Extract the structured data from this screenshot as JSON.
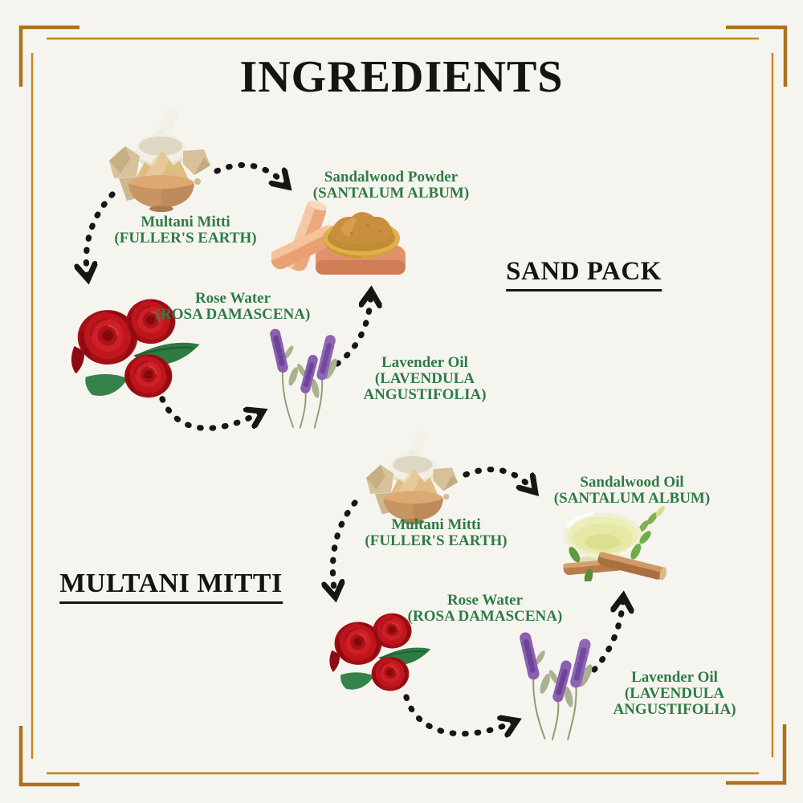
{
  "page": {
    "title": "INGREDIENTS",
    "background_color": "#f6f4ee",
    "frame_gold_outer": "#aa731c",
    "frame_gold_inner": "#c08620",
    "arrow_color": "#161616",
    "label_green": "#2e7b47",
    "heading_color": "#141414"
  },
  "sections": [
    {
      "heading": "SAND PACK",
      "ingredients": [
        {
          "name": "Multani Mitti",
          "latin": "(FULLER'S EARTH)",
          "image": "mortar-pestle-clay-powder-bowl"
        },
        {
          "name": "Sandalwood Powder",
          "latin": "(SANTALUM ALBUM)",
          "image": "sandalwood-sticks-powder-bowl"
        },
        {
          "name": "Rose Water",
          "latin": "(ROSA DAMASCENA)",
          "image": "red-roses"
        },
        {
          "name": "Lavender Oil",
          "latin": "(LAVENDULA ANGUSTIFOLIA)",
          "image": "lavender-sprigs"
        }
      ]
    },
    {
      "heading": "MULTANI MITTI",
      "ingredients": [
        {
          "name": "Multani Mitti",
          "latin": "(FULLER'S EARTH)",
          "image": "mortar-pestle-clay-powder-bowl"
        },
        {
          "name": "Sandalwood Oil",
          "latin": "(SANTALUM ALBUM)",
          "image": "oil-bowl-sandalwood-sticks"
        },
        {
          "name": "Rose Water",
          "latin": "(ROSA DAMASCENA)",
          "image": "red-roses"
        },
        {
          "name": "Lavender Oil",
          "latin": "(LAVENDULA ANGUSTIFOLIA)",
          "image": "lavender-sprigs"
        }
      ]
    }
  ]
}
